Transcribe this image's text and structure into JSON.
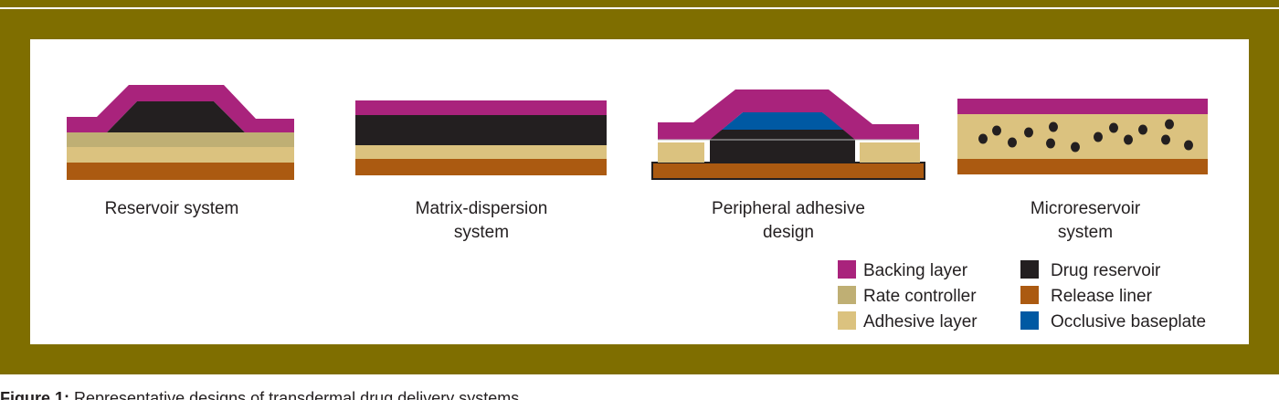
{
  "colors": {
    "frame": "#7f6e00",
    "backing_layer": "#a9237c",
    "drug_reservoir": "#231f20",
    "rate_controller": "#bfaf74",
    "release_liner": "#ab5a11",
    "adhesive_layer": "#dbc27f",
    "occlusive_baseplate": "#0059a3"
  },
  "designs": [
    {
      "label_lines": [
        "Reservoir system"
      ]
    },
    {
      "label_lines": [
        "Matrix-dispersion",
        "system"
      ]
    },
    {
      "label_lines": [
        "Peripheral adhesive",
        "design"
      ]
    },
    {
      "label_lines": [
        "Microreservoir",
        "system"
      ]
    }
  ],
  "legend": [
    {
      "label": "Backing layer"
    },
    {
      "label": "Rate controller"
    },
    {
      "label": "Adhesive layer"
    },
    {
      "label": "Drug reservoir"
    },
    {
      "label": "Release liner"
    },
    {
      "label": "Occlusive baseplate"
    }
  ],
  "caption": {
    "prefix": "Figure 1:",
    "text": "Representative designs of transdermal drug delivery systems"
  }
}
